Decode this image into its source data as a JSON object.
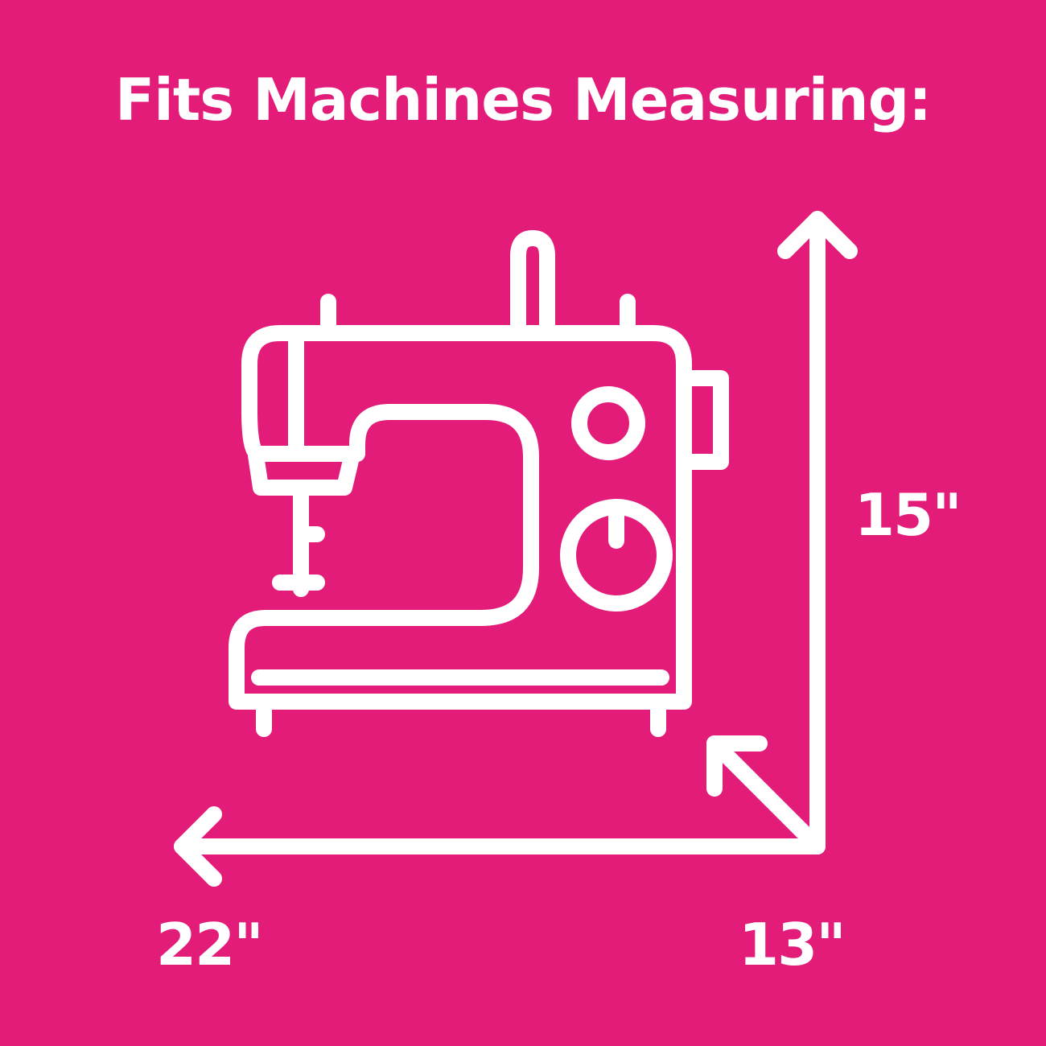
{
  "header": {
    "title": "Fits Machines Measuring:"
  },
  "dimensions": {
    "height": "15\"",
    "width": "22\"",
    "depth": "13\""
  },
  "icons": {
    "machine": "sewing-machine-icon"
  },
  "colors": {
    "background": "#e31c79",
    "foreground": "#ffffff"
  }
}
